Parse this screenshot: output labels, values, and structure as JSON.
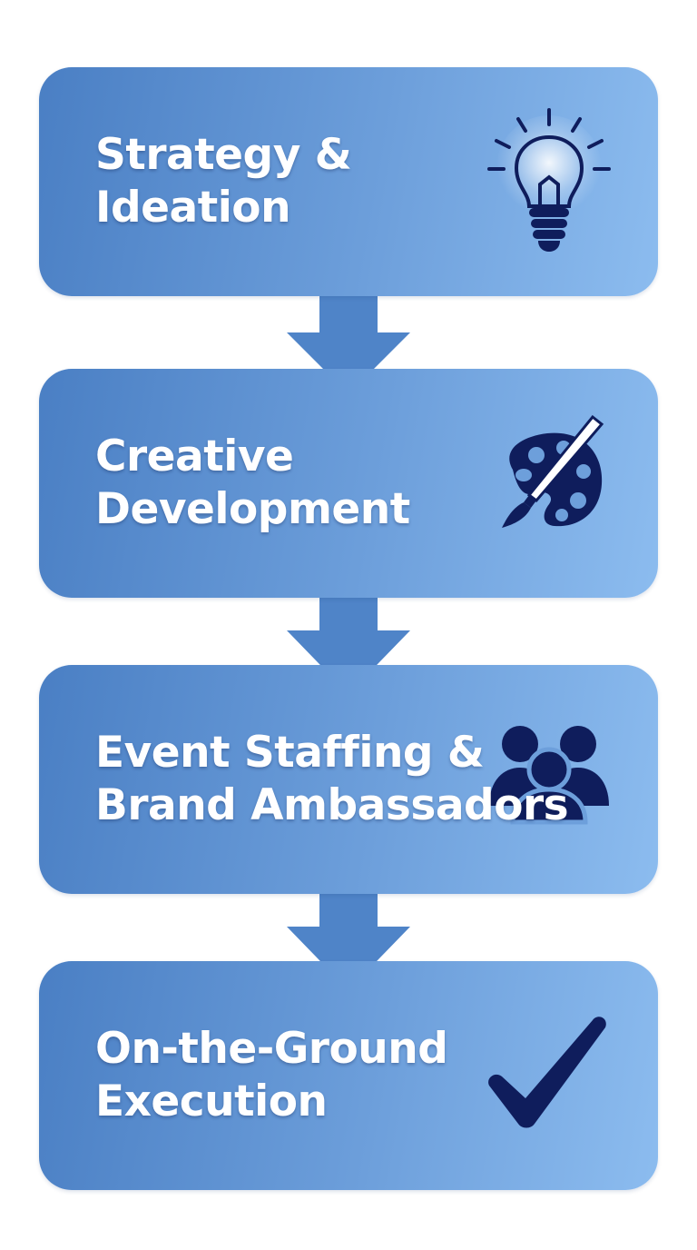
{
  "steps": [
    {
      "label": "Strategy &\nIdeation",
      "icon": "lightbulb-icon"
    },
    {
      "label": "Creative\nDevelopment",
      "icon": "palette-icon"
    },
    {
      "label": "Event Staffing &\nBrand Ambassadors",
      "icon": "people-group-icon"
    },
    {
      "label": "On-the-Ground\nExecution",
      "icon": "checkmark-icon"
    }
  ],
  "colors": {
    "box_gradient_start": "#4a7fc4",
    "box_gradient_end": "#8cbcef",
    "icon_navy": "#0f1d5c",
    "arrow_fill": "#4f84c8",
    "text": "#ffffff"
  }
}
